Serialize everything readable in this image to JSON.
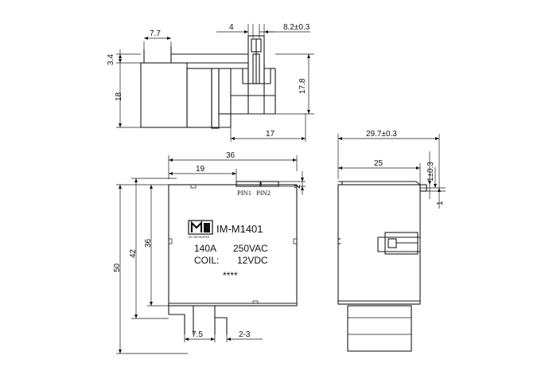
{
  "drawing": {
    "top_view": {
      "dim_width": "7.7",
      "dim_height_small": "3.4",
      "dim_height": "18",
      "dim_tab_gap": "4",
      "dim_tab_width": "8.2±0.3",
      "dim_right_height": "17.8",
      "dim_bottom_offset": "17"
    },
    "front_view": {
      "dim_total_width": "36",
      "dim_pin_offset": "19",
      "dim_pin_height": "2",
      "pin1_label": "PIN1",
      "pin2_label": "PIN2",
      "dim_overall_height": "50",
      "dim_body_height_42": "42",
      "dim_body_height_36": "36",
      "dim_lead_offset": "7.5",
      "dim_lead_width": "2-3"
    },
    "side_view": {
      "dim_total_width": "29.7±0.3",
      "dim_body_width": "25",
      "dim_tab_tol": "1±0.3",
      "dim_tab_thickness": "1"
    },
    "label": {
      "brand_sub": "MY NETWORKS",
      "model": "IM-M1401",
      "current": "140A",
      "voltage": "250VAC",
      "coil_label": "COIL:",
      "coil_voltage": "12VDC",
      "marks": "****"
    }
  }
}
